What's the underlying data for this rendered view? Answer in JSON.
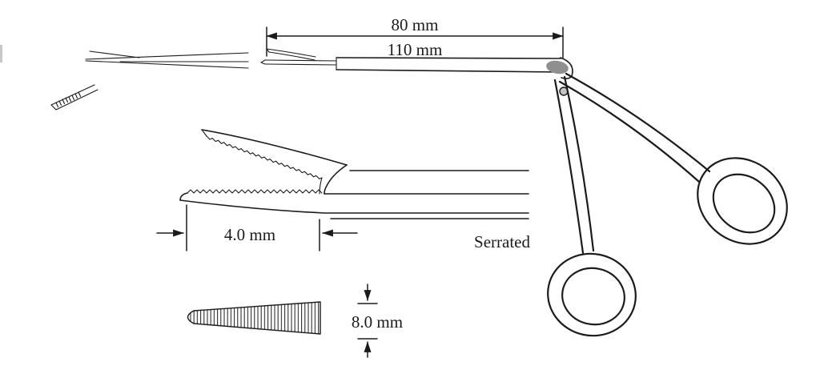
{
  "page": {
    "background": "#ffffff",
    "description_colors": {
      "ink": "#1b1b1b",
      "hinge_shade": "#8f8f8f",
      "pin_fill": "#c4c4c4"
    }
  },
  "labels": {
    "length_outer": "80 mm",
    "length_total": "110 mm",
    "jaw_length": "4.0 mm",
    "jaw_texture": "Serrated",
    "jaw_width": "8.0 mm"
  }
}
